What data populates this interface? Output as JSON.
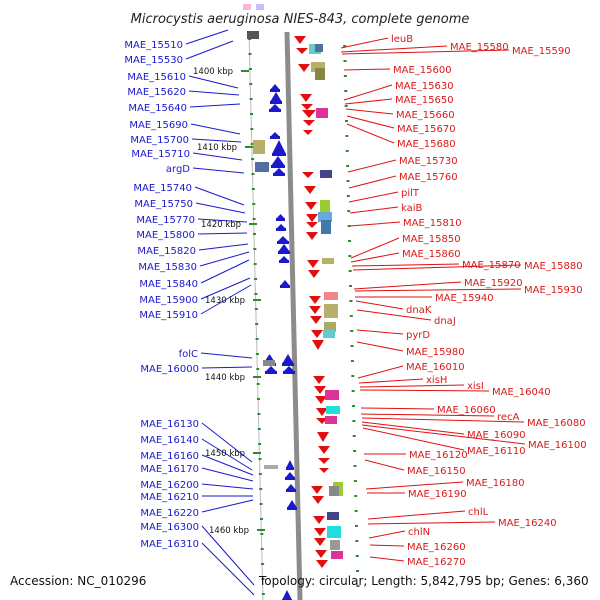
{
  "title": "Microcystis aeruginosa NIES-843, complete genome",
  "accession": "Accession: NC_010296",
  "topology": "Topology: circular; Length: 5,842,795 bp; Genes: 6,360",
  "colors": {
    "left_gene": "#1a1acc",
    "right_gene": "#e01010",
    "backbone": "#8c8c8c",
    "tick": "#2e8b2e"
  },
  "ruler": [
    "1400 kbp",
    "1410 kbp",
    "1420 kbp",
    "1430 kbp",
    "1440 kbp",
    "1450 kbp",
    "1460 kbp"
  ],
  "left_genes": [
    "MAE_15510",
    "MAE_15530",
    "MAE_15610",
    "MAE_15620",
    "MAE_15640",
    "MAE_15690",
    "MAE_15700",
    "MAE_15710",
    "argD",
    "MAE_15740",
    "MAE_15750",
    "MAE_15770",
    "MAE_15800",
    "MAE_15820",
    "MAE_15830",
    "MAE_15840",
    "MAE_15900",
    "MAE_15910",
    "folC",
    "MAE_16000",
    "MAE_16130",
    "MAE_16140",
    "MAE_16160",
    "MAE_16170",
    "MAE_16200",
    "MAE_16210",
    "MAE_16220",
    "MAE_16300",
    "MAE_16310"
  ],
  "right_genes": [
    "leuB",
    "MAE_15580",
    "MAE_15590",
    "MAE_15600",
    "MAE_15630",
    "MAE_15650",
    "MAE_15660",
    "MAE_15670",
    "MAE_15680",
    "MAE_15730",
    "MAE_15760",
    "pilT",
    "kaiB",
    "MAE_15810",
    "MAE_15850",
    "MAE_15860",
    "MAE_15870",
    "MAE_15880",
    "MAE_15920",
    "MAE_15930",
    "MAE_15940",
    "dnaK",
    "dnaJ",
    "pyrD",
    "MAE_15980",
    "MAE_16010",
    "xisH",
    "xisI",
    "MAE_16040",
    "MAE_16060",
    "recA",
    "MAE_16080",
    "MAE_16090",
    "MAE_16100",
    "MAE_16110",
    "MAE_16120",
    "MAE_16150",
    "MAE_16180",
    "MAE_16190",
    "chlL",
    "MAE_16240",
    "chlN",
    "MAE_16260",
    "MAE_16270"
  ]
}
